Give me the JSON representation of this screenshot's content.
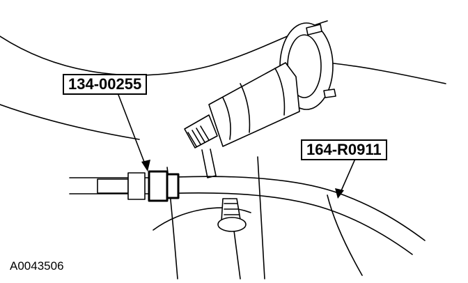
{
  "callouts": {
    "tool_a": "134-00255",
    "tool_b": "164-R0911"
  },
  "figure_id": "A0043506",
  "colors": {
    "line": "#000000",
    "background": "#ffffff"
  }
}
